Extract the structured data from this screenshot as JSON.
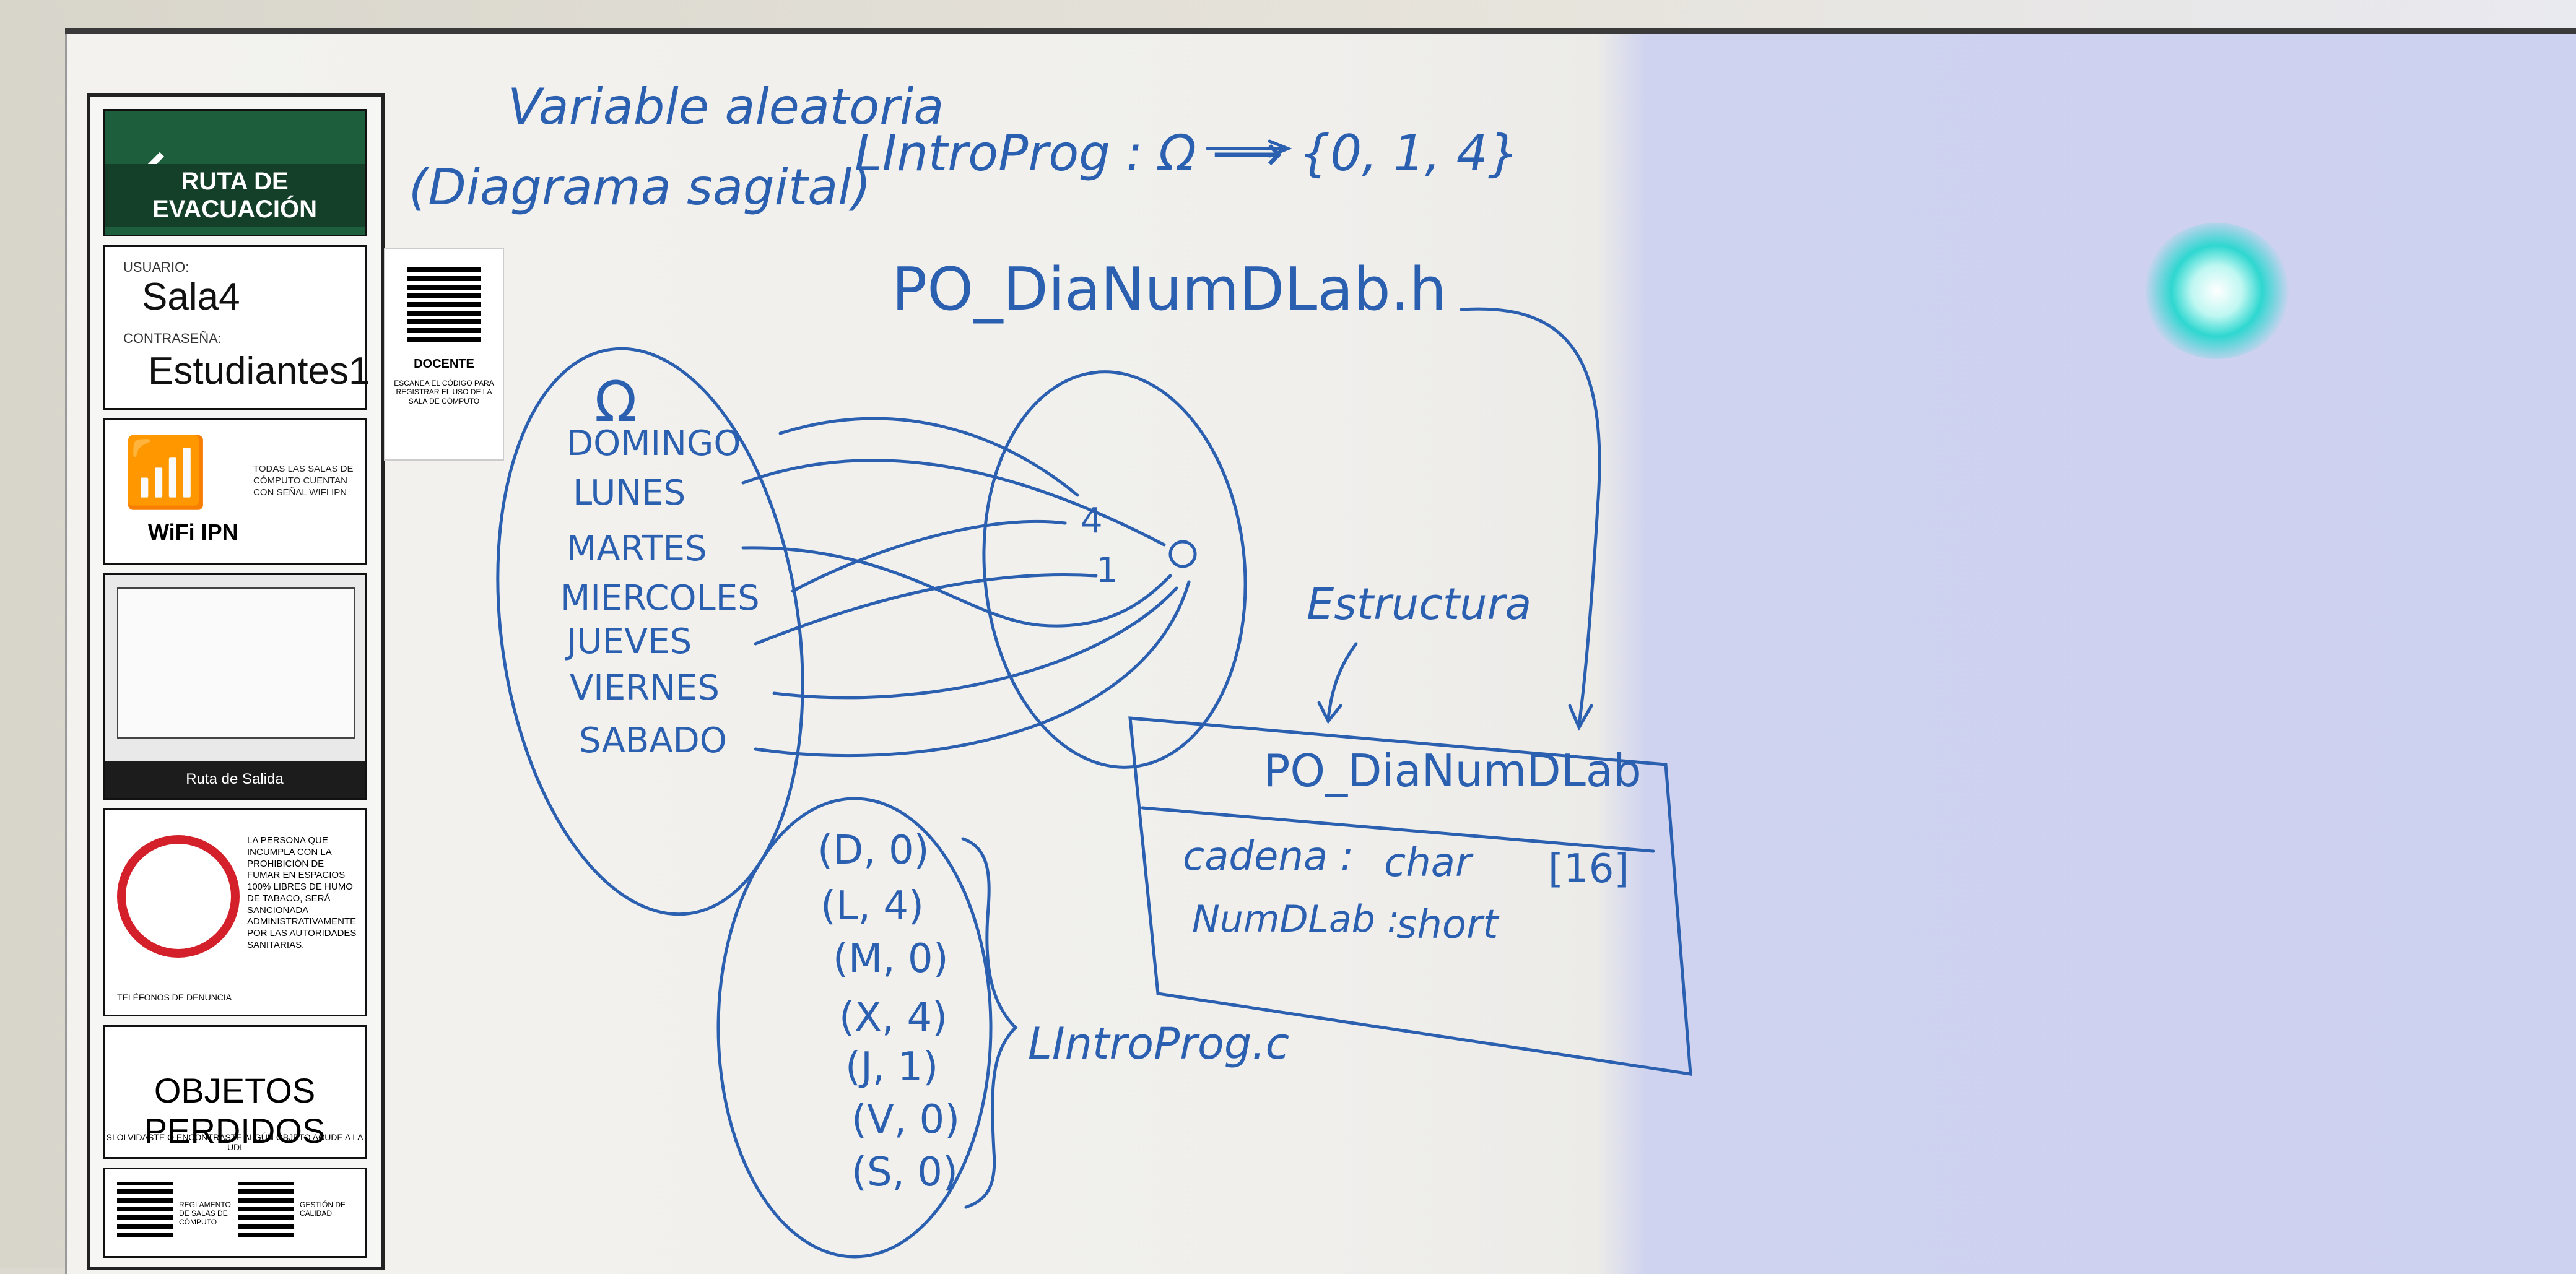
{
  "posters": {
    "evacuation": {
      "label": "RUTA DE EVACUACIÓN",
      "arrow": "←"
    },
    "credentials": {
      "user_label": "USUARIO:",
      "user_value": "Sala4",
      "password_label": "CONTRASEÑA:",
      "password_value": "Estudiantes1"
    },
    "wifi": {
      "brand": "WiFi IPN",
      "note": "TODAS LAS SALAS DE CÓMPUTO CUENTAN CON SEÑAL WIFI IPN"
    },
    "map": {
      "caption": "Ruta de Salida"
    },
    "smoking": {
      "text": "LA PERSONA QUE INCUMPLA CON LA PROHIBICIÓN DE FUMAR EN ESPACIOS 100% LIBRES DE HUMO DE TABACO, SERÁ SANCIONADA ADMINISTRATIVAMENTE POR LAS AUTORIDADES SANITARIAS.",
      "phones_label": "TELÉFONOS DE DENUNCIA"
    },
    "lost": {
      "title": "OBJETOS PERDIDOS",
      "subtitle": "SI OLVIDASTE O ENCONTRASTE ALGÚN OBJETO ACUDE A LA UDI"
    },
    "qrs": {
      "left": "REGLAMENTO DE SALAS DE CÓMPUTO",
      "right": "GESTIÓN DE CALIDAD"
    },
    "docente": {
      "title": "DOCENTE",
      "text": "ESCANEA EL CÓDIGO PARA REGISTRAR EL USO DE LA SALA DE CÓMPUTO"
    }
  },
  "whiteboard": {
    "title": "Variable aleatoria",
    "subtitle": "(Diagrama sagital)",
    "mapping": "LIntroProg : Ω ⟶ {0, 1, 4}",
    "header_file": "PO_DiaNumDLab.h",
    "omega": "Ω",
    "days": [
      "DOMINGO",
      "LUNES",
      "MARTES",
      "MIERCOLES",
      "JUEVES",
      "VIERNES",
      "SABADO"
    ],
    "codomain": [
      "4",
      "1",
      "0"
    ],
    "pairs": [
      "(D, 0)",
      "(L, 4)",
      "(M, 0)",
      "(X, 4)",
      "(J, 1)",
      "(V, 0)",
      "(S, 0)"
    ],
    "pairs_label": "LIntroProg.c",
    "structure_label": "Estructura",
    "struct": {
      "name": "PO_DiaNumDLab",
      "fields": [
        {
          "name": "cadena :",
          "type": "char",
          "size": "[16]"
        },
        {
          "name": "NumDLab :",
          "type": "short",
          "size": ""
        }
      ]
    }
  },
  "colors": {
    "ink": "#2b5fb0",
    "evac_green": "#1d5f3c",
    "no_smoking_red": "#d3202a",
    "glow": "#2ed7d0"
  }
}
